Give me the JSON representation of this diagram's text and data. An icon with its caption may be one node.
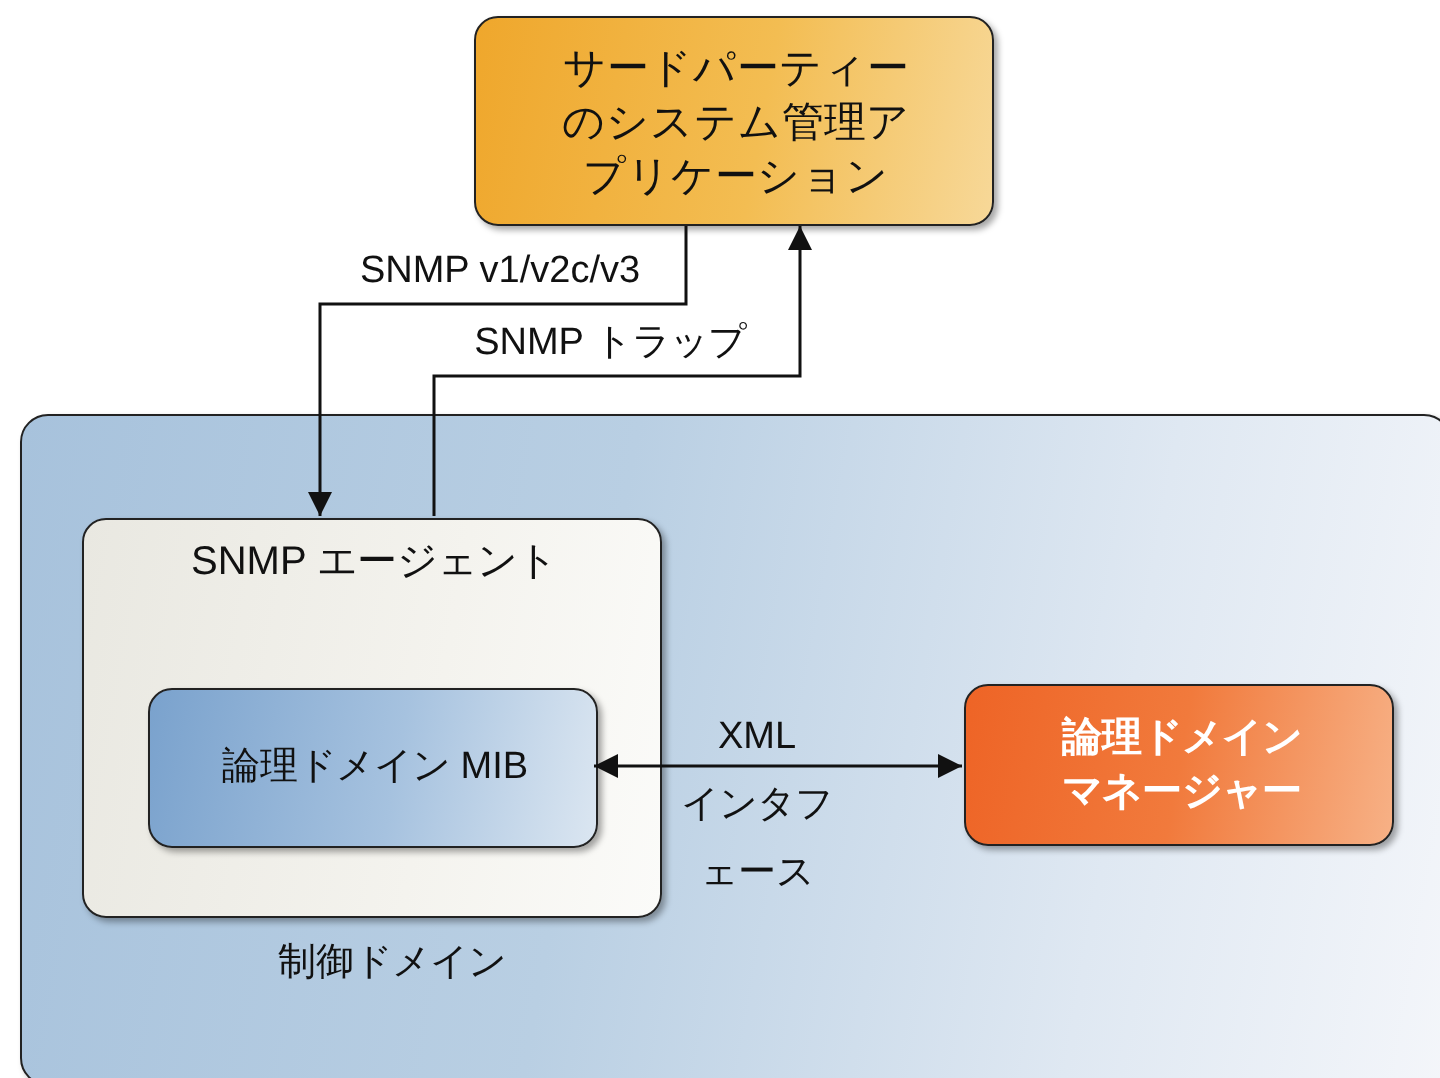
{
  "diagram": {
    "nodes": [
      {
        "text": [
          "サードパーティーのシステム管理アプリケーション"
        ]
      },
      {
        "text": [
          "制御ドメイン"
        ]
      },
      {
        "text": [
          "SNMP エージェント"
        ],
        "in": 1
      },
      {
        "text": [
          "論理ドメイン MIB"
        ],
        "in": 2
      },
      {
        "text": [
          "論理ドメインマネージャー"
        ],
        "in": 1
      }
    ],
    "edges": [
      {
        "from": 0,
        "to": 2,
        "arrow": "to",
        "label": "SNMP v1/v2c/v3"
      },
      {
        "from": 2,
        "to": 0,
        "arrow": "to",
        "label": "SNMP トラップ"
      },
      {
        "from": 3,
        "to": 4,
        "arrow": "both",
        "label": "XML インタフェース"
      }
    ]
  }
}
